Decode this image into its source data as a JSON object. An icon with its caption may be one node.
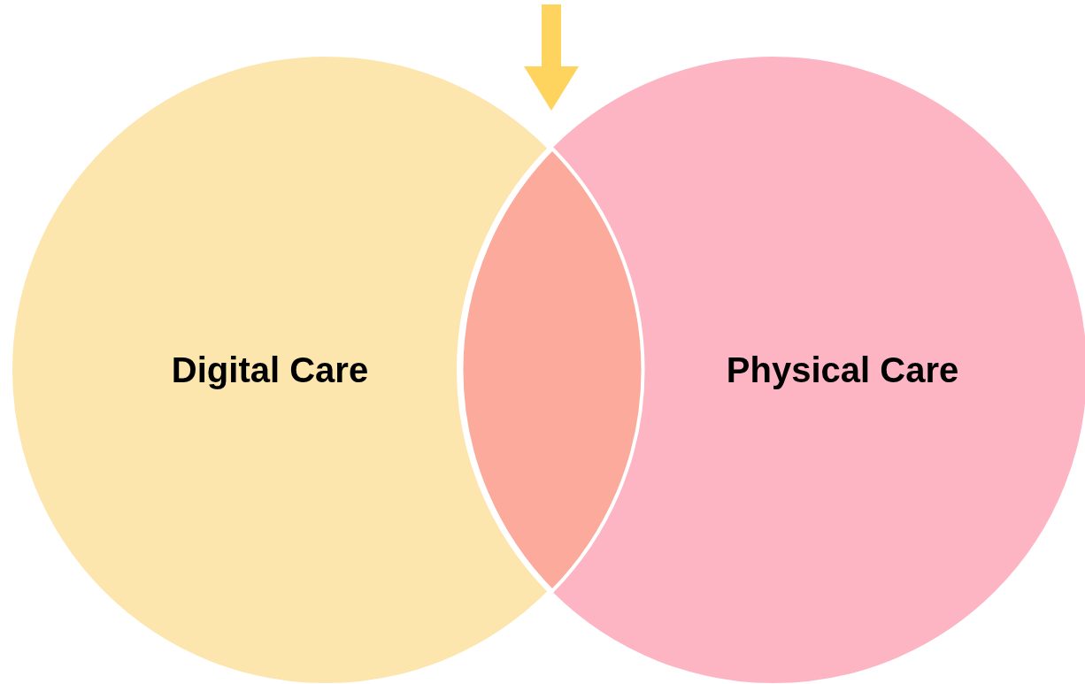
{
  "diagram": {
    "nodes": [
      {
        "text": [
          "Digital Care"
        ]
      },
      {
        "text": [
          "Physical Care"
        ]
      },
      {
        "text": [],
        "shape": "lens"
      }
    ],
    "edges": [
      {
        "from": null,
        "to": 2,
        "arrow": "to"
      }
    ]
  }
}
